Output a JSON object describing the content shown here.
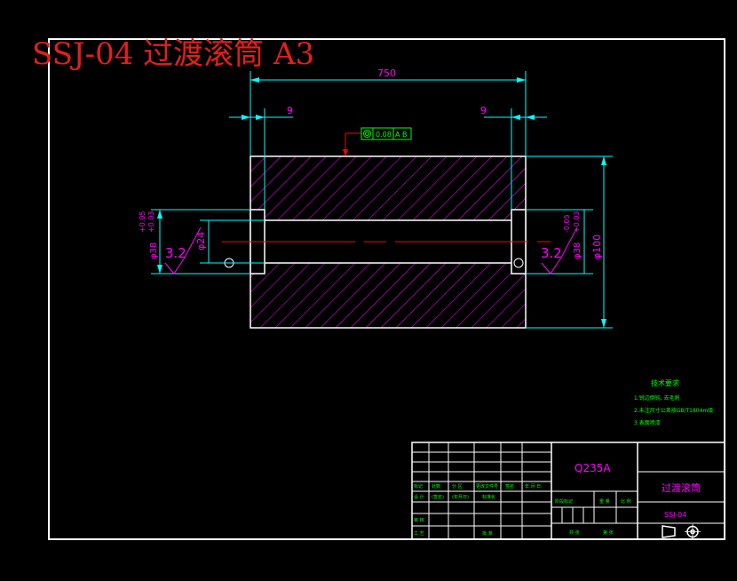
{
  "drawing": {
    "title_overlay": "SSJ-04 过渡滚筒 A3",
    "colors": {
      "background": "#000000",
      "frame": "#ffffff",
      "dimension": "#00ffff",
      "hatch": "#ff00ff",
      "centerline": "#ff0000",
      "notes": "#00ff00",
      "title_text": "#e0201c"
    }
  },
  "dimensions": {
    "overall_length": "750",
    "left_step": "9",
    "right_step": "9",
    "left_bore_diameter_tol_upper": "+0.05",
    "left_bore_diameter_tol_lower": "+0.03",
    "left_bore_diameter": "φ38",
    "inner_diameter": "φ24",
    "right_bore_diameter_tol_upper": "-0.05",
    "right_bore_diameter_tol_lower": "+0.03",
    "right_bore_diameter": "φ38",
    "outer_diameter": "φ100",
    "left_roughness": "3.2",
    "right_roughness": "3.2",
    "geometric_tolerance": "0.08",
    "datum": "A B"
  },
  "technical_requirements": {
    "heading": "技术要求",
    "items": [
      "1.锐边倒钝, 去毛刺",
      "2.未注尺寸公差按GB/T1804m级",
      "3.表面喷漆"
    ]
  },
  "title_block": {
    "material": "Q235A",
    "part_name": "过渡滚筒",
    "drawing_number": "SSJ-04",
    "left_headers": [
      "标记",
      "处数",
      "分 区",
      "更改文件号",
      "签名",
      "年 月 日"
    ],
    "left_rows": [
      [
        "设 计",
        "(签名)",
        "(年月日)",
        "标准化"
      ],
      [
        "审 核"
      ],
      [
        "工 艺",
        "",
        "",
        "批 准"
      ]
    ],
    "stage_header": [
      "阶段标记",
      "重 量",
      "比 例"
    ],
    "sheet_row": [
      "共 张",
      "第 张"
    ]
  }
}
